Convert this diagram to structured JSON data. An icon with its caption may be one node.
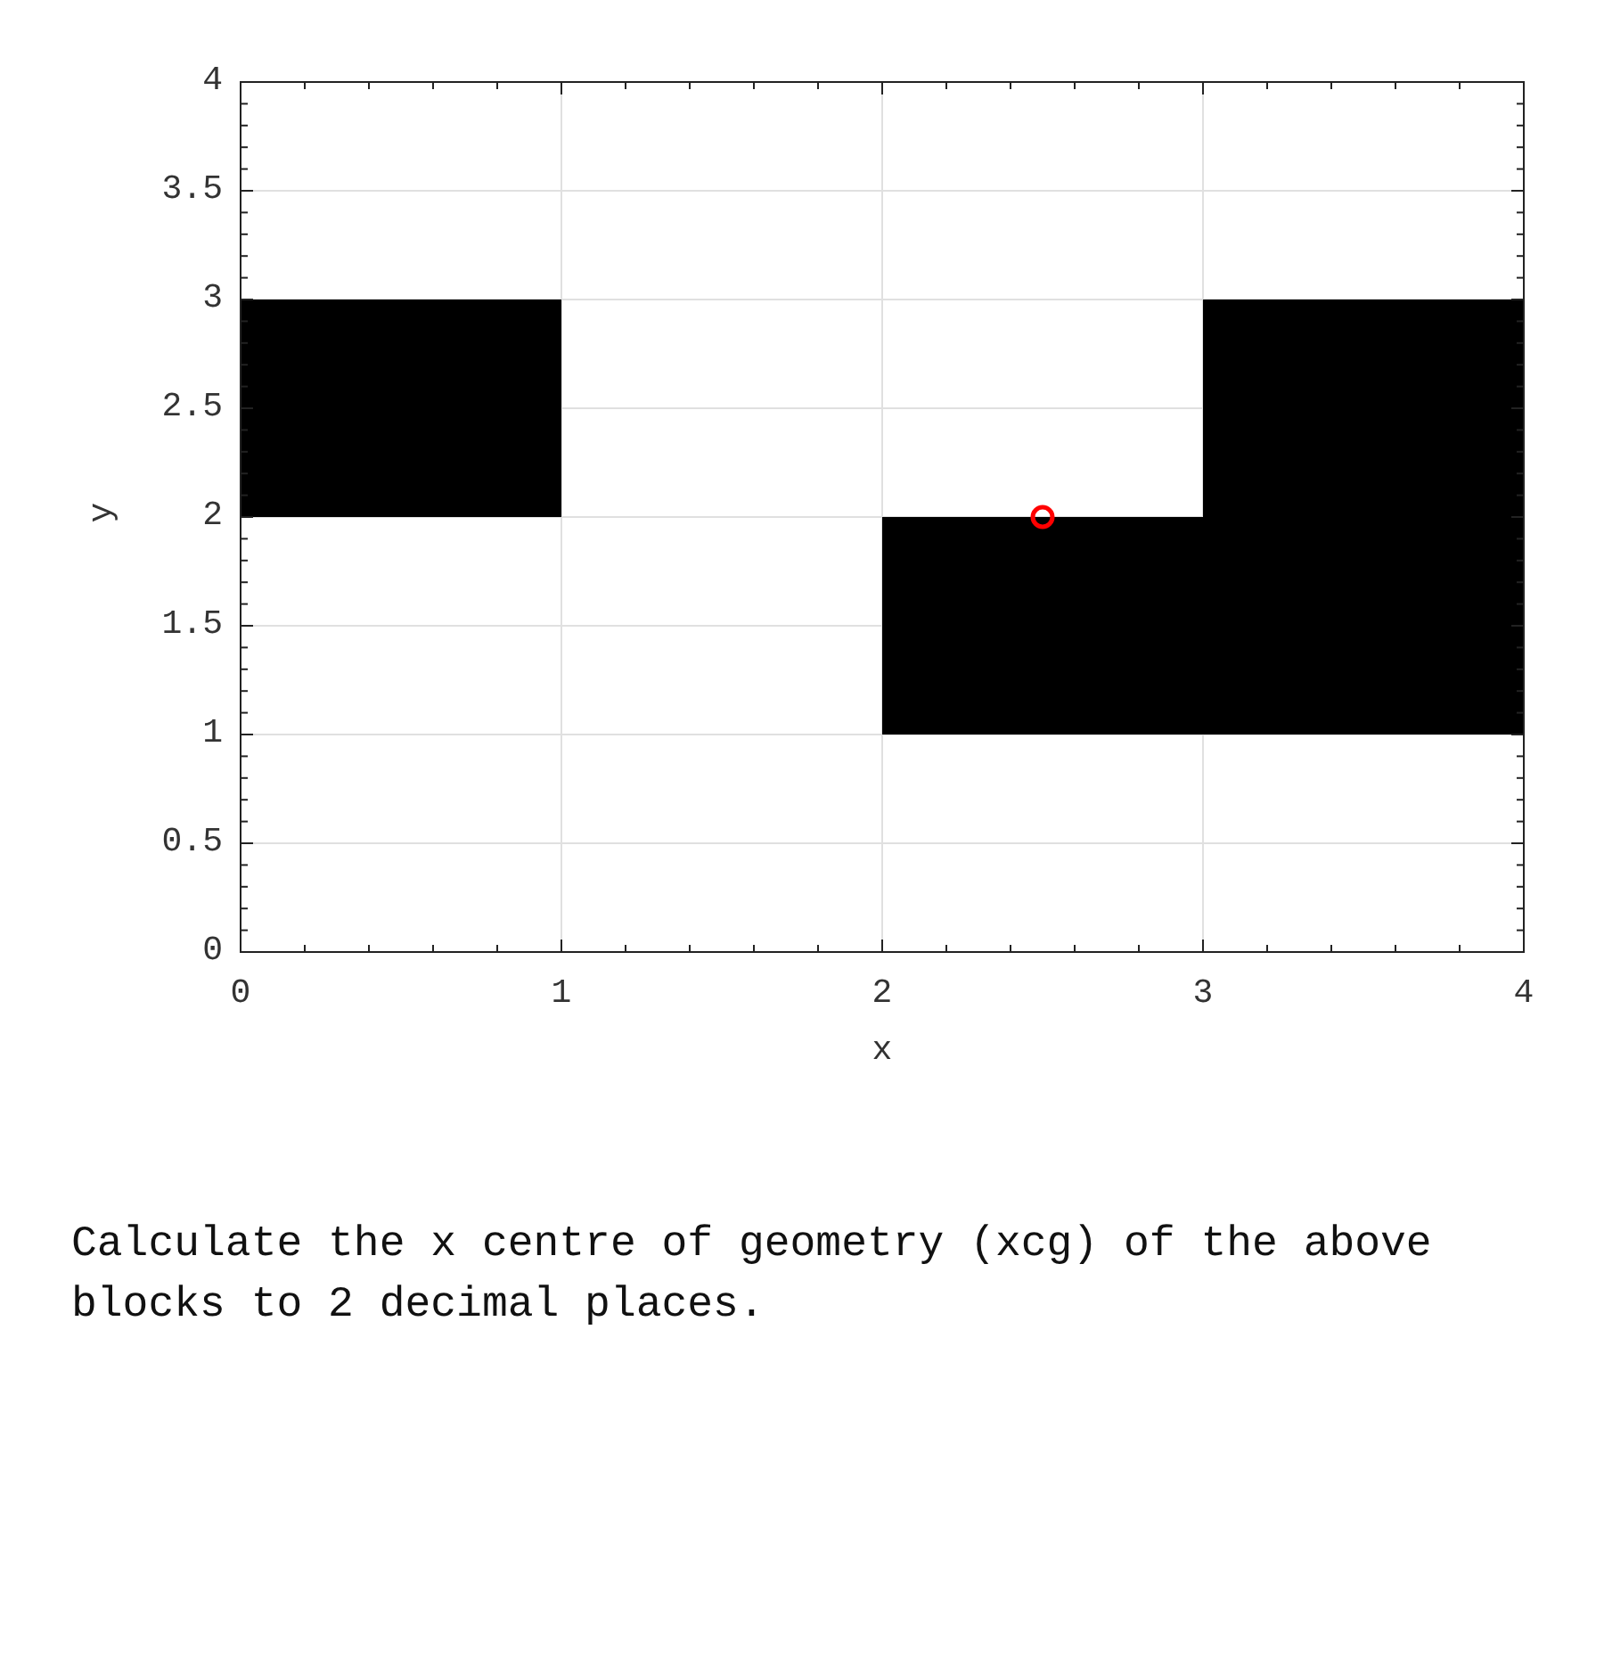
{
  "diagram": {
    "caption": "Calculate the x centre of geometry (xcg) of the above blocks to 2 decimal places.",
    "labels": [
      "4",
      "3.5",
      "3",
      "2.5",
      "2",
      "1.5",
      "1",
      "0.5",
      "0",
      "y",
      "0",
      "1",
      "2",
      "3",
      "4",
      "x"
    ]
  }
}
